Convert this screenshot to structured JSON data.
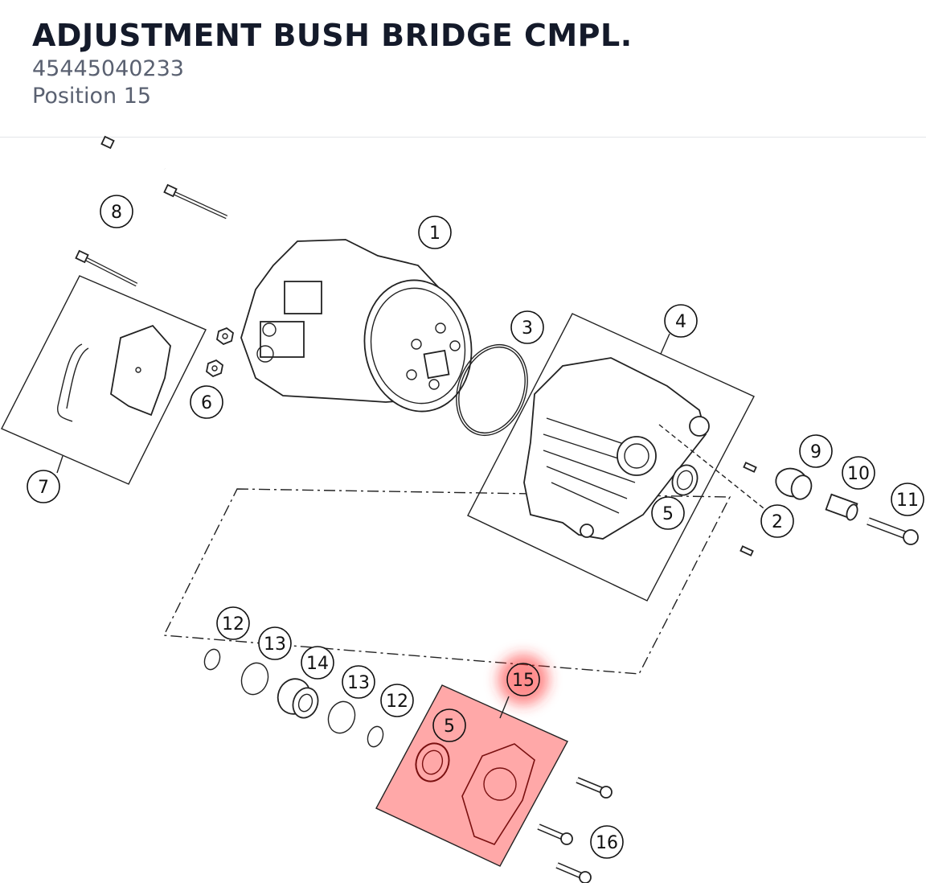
{
  "part": {
    "title": "ADJUSTMENT BUSH BRIDGE CMPL.",
    "number": "45445040233",
    "position": "Position 15"
  },
  "highlight": {
    "position": "15",
    "color": "#ff3030"
  },
  "callouts": [
    "1",
    "2",
    "3",
    "4",
    "5",
    "6",
    "7",
    "8",
    "9",
    "10",
    "11",
    "12",
    "13",
    "14",
    "15",
    "16"
  ]
}
